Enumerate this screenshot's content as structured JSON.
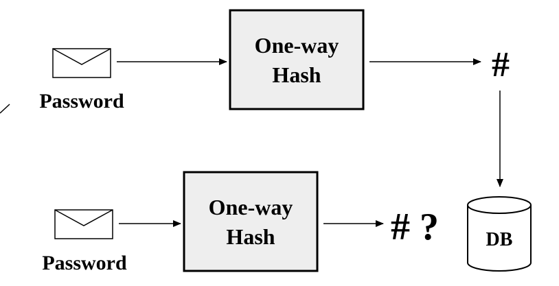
{
  "top_row": {
    "input_label": "Password",
    "hash_box": {
      "line1": "One-way",
      "line2": "Hash"
    },
    "output_symbol": "#"
  },
  "bottom_row": {
    "input_label": "Password",
    "hash_box": {
      "line1": "One-way",
      "line2": "Hash"
    },
    "output_symbol": "# ?"
  },
  "database": {
    "label": "DB"
  },
  "colors": {
    "box_fill": "#eeeeee",
    "stroke": "#000000"
  },
  "icons": [
    "envelope-icon",
    "database-icon"
  ]
}
